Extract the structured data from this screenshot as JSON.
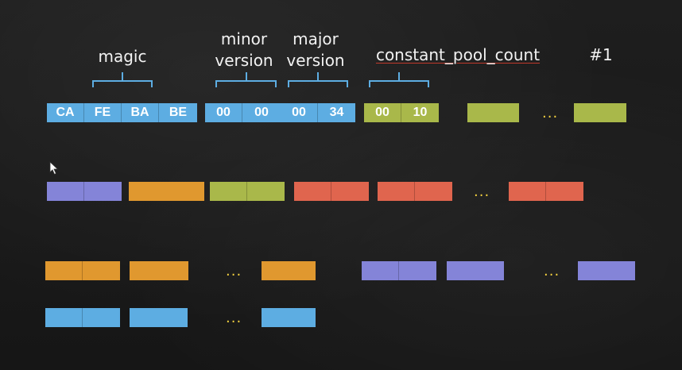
{
  "labels": {
    "magic": "magic",
    "minor_line1": "minor",
    "minor_line2": "version",
    "major_line1": "major",
    "major_line2": "version",
    "constant_pool_count": "constant_pool_count",
    "entry": "#1"
  },
  "row1": {
    "magic": [
      "CA",
      "FE",
      "BA",
      "BE"
    ],
    "minor_version": [
      "00",
      "00"
    ],
    "major_version": [
      "00",
      "34"
    ],
    "constant_pool_count": [
      "00",
      "10"
    ],
    "dots": "..."
  },
  "ellipsis": "...",
  "colors": {
    "blue": "#5dade2",
    "green": "#a9b84a",
    "orange": "#e0982f",
    "red": "#e0654e",
    "purple": "#8484d8",
    "label_underline": "#c0392b",
    "dots": "#f4d03f"
  }
}
